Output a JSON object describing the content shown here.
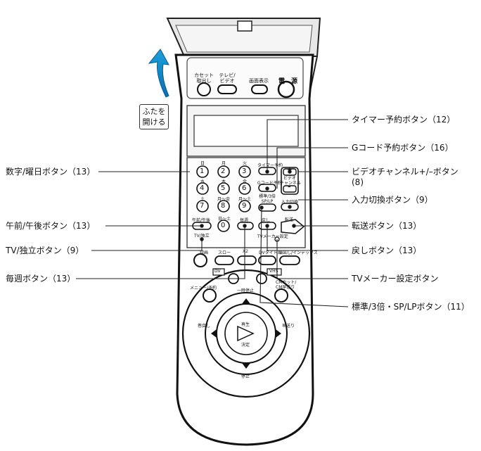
{
  "hint": {
    "line1": "ふたを",
    "line2": "開ける"
  },
  "remote": {
    "top": {
      "eject": "カセット\n取出し",
      "tv_video": "テレビ/\nビデオ",
      "display": "画面表示",
      "power": "電　源"
    },
    "digits": [
      "1",
      "2",
      "3",
      "4",
      "5",
      "6",
      "7",
      "8",
      "9",
      "0"
    ],
    "days": [
      "日",
      "月",
      "火",
      "水",
      "木",
      "金",
      "土",
      "月～金",
      "月～土"
    ],
    "keys": {
      "timer": "タイマー予約",
      "gcode": "Gコード予約",
      "video_ch": "ビデオ\nチャンネル",
      "plus": "+",
      "minus": "–",
      "speed_small": "標準/3倍\nSP/LP",
      "input": "入力切換",
      "ampm": "午前/午後",
      "every_day": "日～土",
      "weekly": "毎週",
      "return": "戻し",
      "transfer": "転送",
      "tv_standalone": "TV/独立",
      "tv_maker": "TVメーカー設定",
      "record": "録画",
      "slow": "スロー",
      "x2": "X2",
      "dv_title": "DVタイトル",
      "index": "頭出し/インデックス",
      "dv": "DV",
      "vhs": "VHS",
      "menu": "メニュー/予約",
      "cm_skip": "CMカット/\nCM早送り",
      "pause": "一時停止",
      "rewind": "巻戻し",
      "ffwd": "早送り",
      "play": "再生",
      "enter": "決定",
      "stop": "停止"
    }
  },
  "labels": {
    "timer": "タイマー予約ボタン（12）",
    "gcode": "Gコード予約ボタン（16）",
    "digits": "数字/曜日ボタン（13）",
    "video_ch_1": "ビデオチャンネル+/–ボタン",
    "video_ch_2": "(8)",
    "input": "入力切換ボタン（9）",
    "ampm": "午前/午後ボタン（13）",
    "transfer": "転送ボタン（13）",
    "tv": "TV/独立ボタン（9）",
    "return": "戻しボタン（13）",
    "weekly": "毎週ボタン（13）",
    "tv_maker": "TVメーカー設定ボタン",
    "speed": "標準/3倍・SP/LPボタン（11）"
  }
}
